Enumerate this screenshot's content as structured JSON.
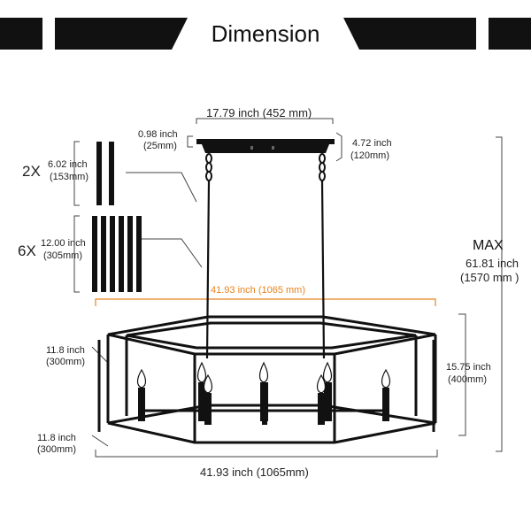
{
  "header": {
    "title": "Dimension"
  },
  "dims": {
    "canopy_width": "17.79 inch (452 mm)",
    "canopy_thick_a": "0.98 inch",
    "canopy_thick_b": "(25mm)",
    "canopy_depth_a": "4.72 inch",
    "canopy_depth_b": "(120mm)",
    "rod_short_qty": "2X",
    "rod_short_a": "6.02 inch",
    "rod_short_b": "(153mm)",
    "rod_long_qty": "6X",
    "rod_long_a": "12.00 inch",
    "rod_long_b": "(305mm)",
    "max_label": "MAX",
    "max_a": "61.81 inch",
    "max_b": "(1570 mm )",
    "top_width": "41.93 inch (1065 mm)",
    "depth_top_a": "11.8 inch",
    "depth_top_b": "(300mm)",
    "height_a": "15.75 inch",
    "height_b": "(400mm)",
    "depth_bottom_a": "11.8 inch",
    "depth_bottom_b": "(300mm)",
    "bottom_width": "41.93 inch (1065mm)"
  },
  "colors": {
    "ink": "#111111",
    "accent": "#e8821e",
    "dim_line": "#444444"
  }
}
